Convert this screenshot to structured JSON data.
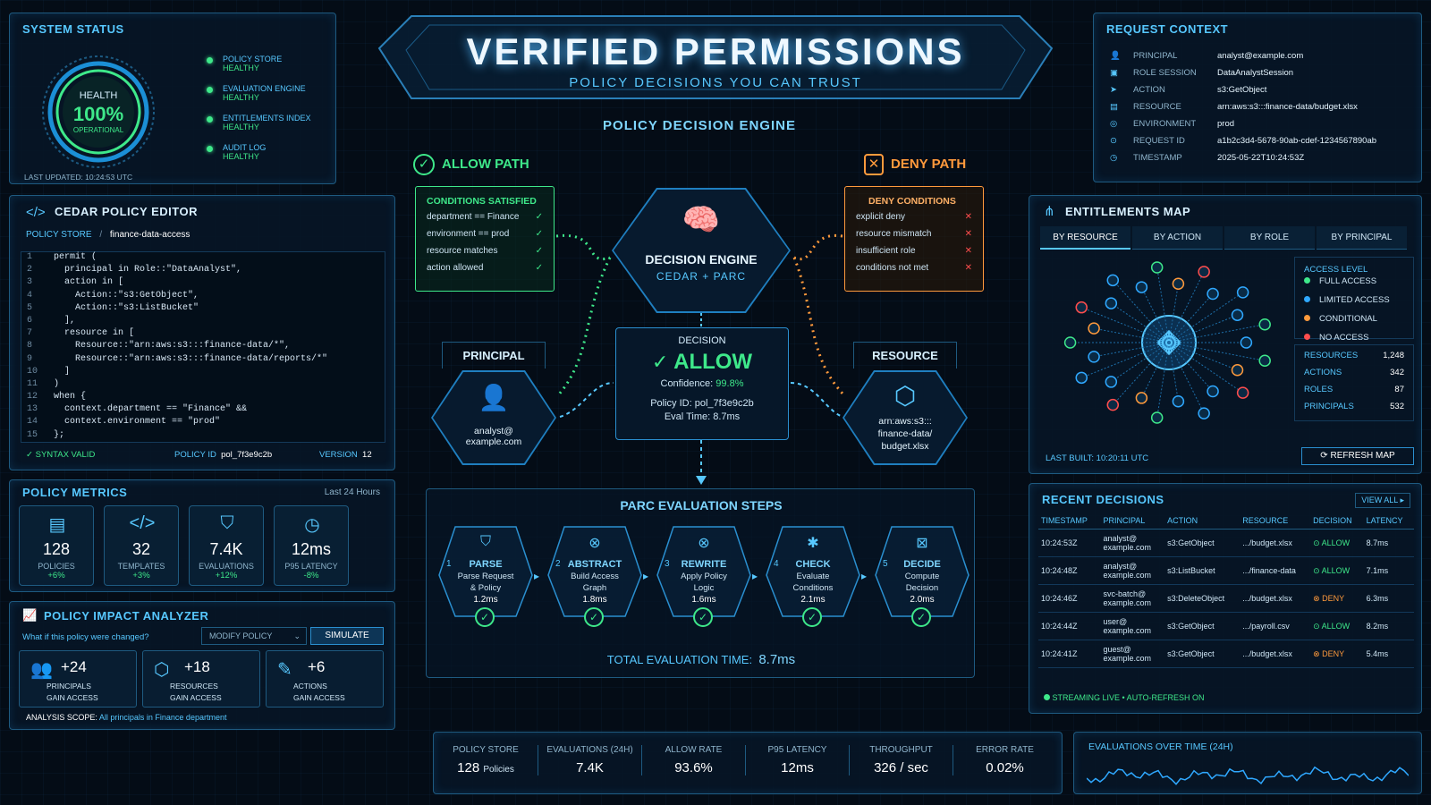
{
  "header": {
    "title": "VERIFIED PERMISSIONS",
    "subtitle": "POLICY DECISIONS YOU CAN TRUST"
  },
  "system_status": {
    "title": "SYSTEM STATUS",
    "health_label": "HEALTH",
    "health_value": "100%",
    "health_state": "OPERATIONAL",
    "items": [
      {
        "name": "POLICY STORE",
        "state": "HEALTHY"
      },
      {
        "name": "EVALUATION ENGINE",
        "state": "HEALTHY"
      },
      {
        "name": "ENTITLEMENTS INDEX",
        "state": "HEALTHY"
      },
      {
        "name": "AUDIT LOG",
        "state": "HEALTHY"
      }
    ],
    "last_updated": "LAST UPDATED: 10:24:53 UTC"
  },
  "editor": {
    "title": "CEDAR POLICY EDITOR",
    "crumb_root": "POLICY STORE",
    "crumb_sep": "/",
    "crumb_leaf": "finance-data-access",
    "syntax": "SYNTAX VALID",
    "policy_id_label": "POLICY ID",
    "policy_id": "pol_7f3e9c2b",
    "version_label": "VERSION",
    "version": "12",
    "lines": [
      "permit (",
      "  principal in Role::\"DataAnalyst\",",
      "  action in [",
      "    Action::\"s3:GetObject\",",
      "    Action::\"s3:ListBucket\"",
      "  ],",
      "  resource in [",
      "    Resource::\"arn:aws:s3:::finance-data/*\",",
      "    Resource::\"arn:aws:s3:::finance-data/reports/*\"",
      "  ]",
      ")",
      "when {",
      "  context.department == \"Finance\" &&",
      "  context.environment == \"prod\"",
      "};"
    ]
  },
  "metrics": {
    "title": "POLICY METRICS",
    "period": "Last 24 Hours",
    "items": [
      {
        "value": "128",
        "label": "POLICIES",
        "delta": "+6%",
        "icon": "document-icon"
      },
      {
        "value": "32",
        "label": "TEMPLATES",
        "delta": "+3%",
        "icon": "code-icon"
      },
      {
        "value": "7.4K",
        "label": "EVALUATIONS",
        "delta": "+12%",
        "icon": "shield-check-icon"
      },
      {
        "value": "12ms",
        "label": "P95 LATENCY",
        "delta": "-8%",
        "icon": "clock-icon"
      }
    ]
  },
  "impact": {
    "title": "POLICY IMPACT ANALYZER",
    "question": "What if this policy were changed?",
    "select": "MODIFY POLICY",
    "simulate": "SIMULATE",
    "items": [
      {
        "value": "+24",
        "l1": "PRINCIPALS",
        "l2": "GAIN ACCESS"
      },
      {
        "value": "+18",
        "l1": "RESOURCES",
        "l2": "GAIN ACCESS"
      },
      {
        "value": "+6",
        "l1": "ACTIONS",
        "l2": "GAIN ACCESS"
      }
    ],
    "scope_label": "ANALYSIS SCOPE:",
    "scope_value": "All principals in Finance department"
  },
  "engine": {
    "title": "POLICY DECISION ENGINE",
    "allow_path": "ALLOW PATH",
    "deny_path": "DENY PATH",
    "cond_title": "CONDITIONS SATISFIED",
    "conditions": [
      "department == Finance",
      "environment == prod",
      "resource matches",
      "action allowed"
    ],
    "deny_title": "DENY CONDITIONS",
    "denies": [
      "explicit deny",
      "resource mismatch",
      "insufficient role",
      "conditions not met"
    ],
    "core_title": "DECISION ENGINE",
    "core_sub": "CEDAR + PARC",
    "principal_label": "PRINCIPAL",
    "principal_value": "analyst@ example.com",
    "resource_label": "RESOURCE",
    "resource_value": "arn:aws:s3::: finance-data/ budget.xlsx",
    "decision_label": "DECISION",
    "decision_value": "ALLOW",
    "confidence_label": "Confidence:",
    "confidence_value": "99.8%",
    "policy_id": "Policy ID: pol_7f3e9c2b",
    "eval_time": "Eval Time: 8.7ms"
  },
  "parc": {
    "title": "PARC EVALUATION STEPS",
    "steps": [
      {
        "n": "1",
        "name": "PARSE",
        "d1": "Parse Request",
        "d2": "& Policy",
        "t": "1.2ms"
      },
      {
        "n": "2",
        "name": "ABSTRACT",
        "d1": "Build Access",
        "d2": "Graph",
        "t": "1.8ms"
      },
      {
        "n": "3",
        "name": "REWRITE",
        "d1": "Apply Policy",
        "d2": "Logic",
        "t": "1.6ms"
      },
      {
        "n": "4",
        "name": "CHECK",
        "d1": "Evaluate",
        "d2": "Conditions",
        "t": "2.1ms"
      },
      {
        "n": "5",
        "name": "DECIDE",
        "d1": "Compute",
        "d2": "Decision",
        "t": "2.0ms"
      }
    ],
    "total_label": "TOTAL EVALUATION TIME:",
    "total_value": "8.7ms"
  },
  "request": {
    "title": "REQUEST CONTEXT",
    "rows": [
      {
        "k": "PRINCIPAL",
        "v": "analyst@example.com"
      },
      {
        "k": "ROLE SESSION",
        "v": "DataAnalystSession"
      },
      {
        "k": "ACTION",
        "v": "s3:GetObject"
      },
      {
        "k": "RESOURCE",
        "v": "arn:aws:s3:::finance-data/budget.xlsx"
      },
      {
        "k": "ENVIRONMENT",
        "v": "prod"
      },
      {
        "k": "REQUEST ID",
        "v": "a1b2c3d4-5678-90ab-cdef-1234567890ab"
      },
      {
        "k": "TIMESTAMP",
        "v": "2025-05-22T10:24:53Z"
      }
    ]
  },
  "entitlements": {
    "title": "ENTITLEMENTS MAP",
    "tabs": [
      "BY RESOURCE",
      "BY ACTION",
      "BY ROLE",
      "BY PRINCIPAL"
    ],
    "legend_title": "ACCESS LEVEL",
    "legend": [
      {
        "label": "FULL ACCESS",
        "color": "#3ee88a"
      },
      {
        "label": "LIMITED ACCESS",
        "color": "#2fa8ff"
      },
      {
        "label": "CONDITIONAL",
        "color": "#ff9a3c"
      },
      {
        "label": "NO ACCESS",
        "color": "#ff4d4d"
      }
    ],
    "stats": [
      {
        "k": "RESOURCES",
        "v": "1,248"
      },
      {
        "k": "ACTIONS",
        "v": "342"
      },
      {
        "k": "ROLES",
        "v": "87"
      },
      {
        "k": "PRINCIPALS",
        "v": "532"
      }
    ],
    "last_built": "LAST BUILT: 10:20:11 UTC",
    "refresh": "REFRESH MAP"
  },
  "recent": {
    "title": "RECENT DECISIONS",
    "view_all": "VIEW ALL ▸",
    "headers": [
      "TIMESTAMP",
      "PRINCIPAL",
      "ACTION",
      "RESOURCE",
      "DECISION",
      "LATENCY"
    ],
    "rows": [
      {
        "ts": "10:24:53Z",
        "p1": "analyst@",
        "p2": "example.com",
        "action": "s3:GetObject",
        "res": ".../budget.xlsx",
        "dec": "ALLOW",
        "lat": "8.7ms"
      },
      {
        "ts": "10:24:48Z",
        "p1": "analyst@",
        "p2": "example.com",
        "action": "s3:ListBucket",
        "res": ".../finance-data",
        "dec": "ALLOW",
        "lat": "7.1ms"
      },
      {
        "ts": "10:24:46Z",
        "p1": "svc-batch@",
        "p2": "example.com",
        "action": "s3:DeleteObject",
        "res": ".../budget.xlsx",
        "dec": "DENY",
        "lat": "6.3ms"
      },
      {
        "ts": "10:24:44Z",
        "p1": "user@",
        "p2": "example.com",
        "action": "s3:GetObject",
        "res": ".../payroll.csv",
        "dec": "ALLOW",
        "lat": "8.2ms"
      },
      {
        "ts": "10:24:41Z",
        "p1": "guest@",
        "p2": "example.com",
        "action": "s3:GetObject",
        "res": ".../budget.xlsx",
        "dec": "DENY",
        "lat": "5.4ms"
      }
    ],
    "streaming": "STREAMING LIVE • AUTO-REFRESH ON"
  },
  "bottom": {
    "items": [
      {
        "k": "POLICY STORE",
        "v": "128",
        "u": "Policies"
      },
      {
        "k": "EVALUATIONS (24H)",
        "v": "7.4K",
        "u": ""
      },
      {
        "k": "ALLOW RATE",
        "v": "93.6%",
        "u": ""
      },
      {
        "k": "P95 LATENCY",
        "v": "12ms",
        "u": ""
      },
      {
        "k": "THROUGHPUT",
        "v": "326 / sec",
        "u": ""
      },
      {
        "k": "ERROR RATE",
        "v": "0.02%",
        "u": ""
      }
    ],
    "chart_title": "EVALUATIONS OVER TIME (24H)"
  },
  "colors": {
    "accent": "#57c8ff",
    "allow": "#3ee88a",
    "deny": "#ff9a3c",
    "danger": "#ff4d4d"
  }
}
